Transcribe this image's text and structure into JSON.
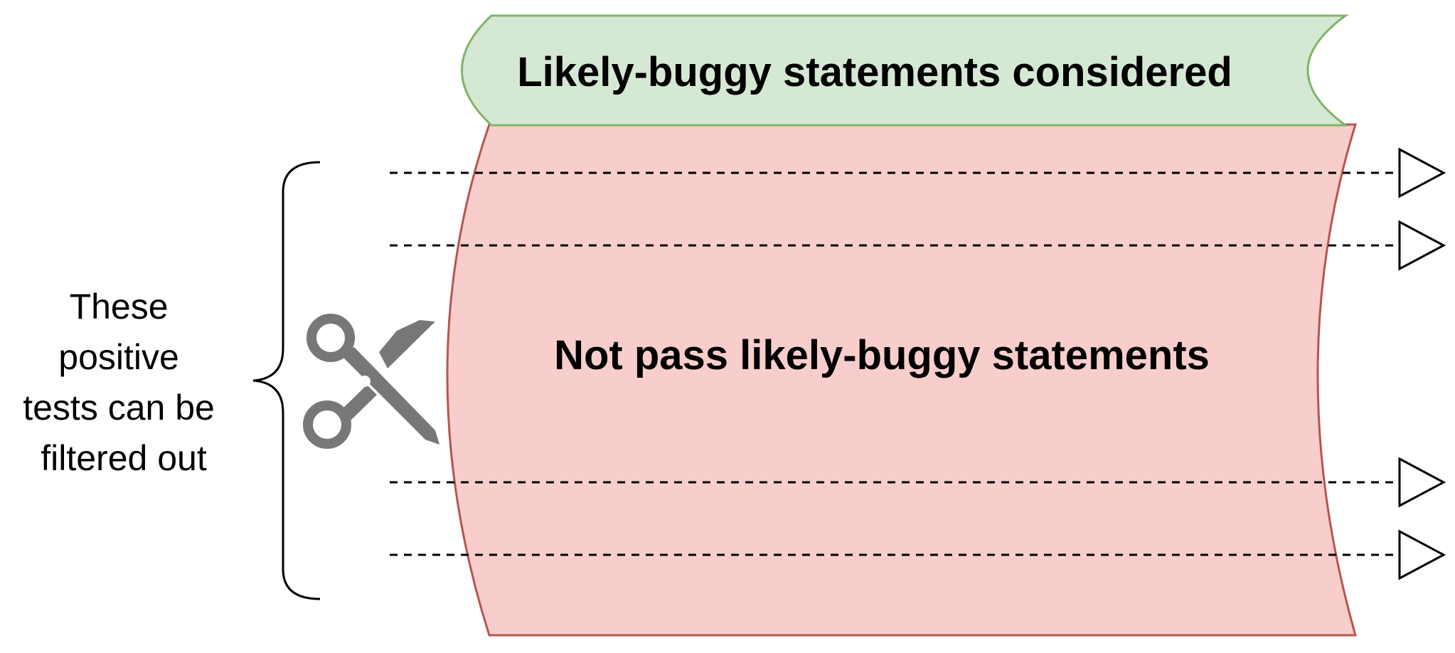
{
  "header_box": {
    "label": "Likely-buggy statements considered",
    "fill": "#d5e8d4",
    "stroke": "#82b366"
  },
  "main_box": {
    "label": "Not pass likely-buggy statements",
    "fill": "#f8cecc",
    "stroke": "#b85450"
  },
  "note": {
    "lines": [
      "These",
      "positive",
      "tests can be",
      "filtered out"
    ]
  },
  "scissors": {
    "icon": "scissors-icon",
    "color": "#777777"
  },
  "tests": {
    "count": 4,
    "line_style": "dashed",
    "arrowhead": "open-triangle"
  }
}
